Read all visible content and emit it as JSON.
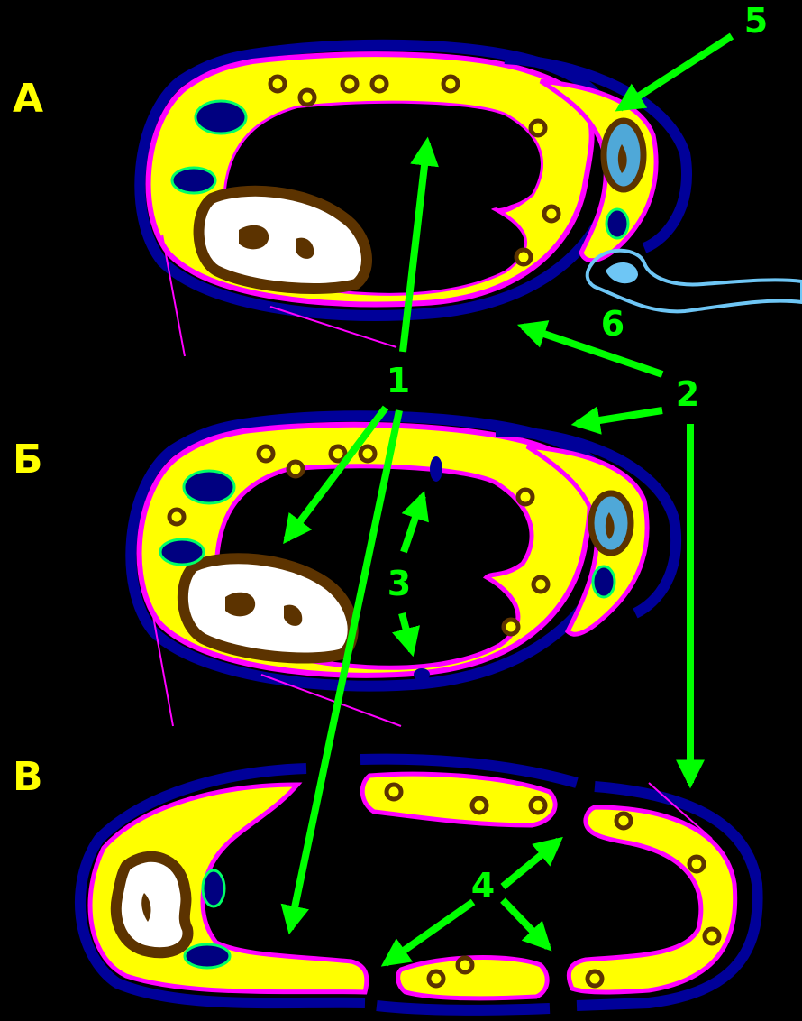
{
  "panels": {
    "a": "А",
    "b": "Б",
    "v": "В"
  },
  "numbers": {
    "n1": "1",
    "n2": "2",
    "n3": "3",
    "n4": "4",
    "n5": "5",
    "n6": "6"
  },
  "colors": {
    "background": "#000000",
    "cytoplasm": "#ffff00",
    "membrane": "#ff00ff",
    "basal_lamina": "#000099",
    "arrow": "#00ff00",
    "nucleus": "#5c3300",
    "vessel": "#4fa8d8",
    "label_panel": "#ffff00",
    "label_number": "#00ff00"
  }
}
